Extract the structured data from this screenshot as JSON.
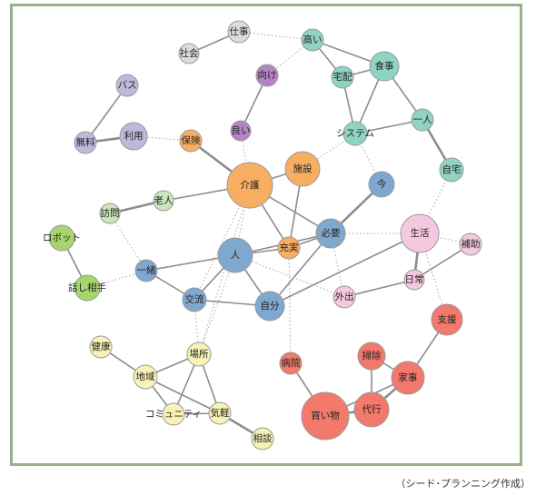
{
  "diagram": {
    "groups": {
      "teal": "#8fd3c2",
      "purple": "#b484c4",
      "orange": "#f7ae62",
      "blue": "#7fa8cf",
      "lavender": "#bfb8dc",
      "pink": "#f6c8df",
      "lightgreen": "#c9e6bc",
      "green": "#a6d56b",
      "yellow": "#f8f2b6",
      "red": "#f2796b",
      "gray": "#dcdcdc"
    },
    "nodes": [
      {
        "id": "n_shigoto",
        "label": "仕事",
        "group": "gray"
      },
      {
        "id": "n_shakai",
        "label": "社会",
        "group": "gray"
      },
      {
        "id": "n_takai",
        "label": "高い",
        "group": "teal"
      },
      {
        "id": "n_shokuji",
        "label": "食事",
        "group": "teal"
      },
      {
        "id": "n_takuhai",
        "label": "宅配",
        "group": "teal"
      },
      {
        "id": "n_muke",
        "label": "向け",
        "group": "purple"
      },
      {
        "id": "n_yoi",
        "label": "良い",
        "group": "purple"
      },
      {
        "id": "n_basu",
        "label": "バス",
        "group": "lavender"
      },
      {
        "id": "n_muryo",
        "label": "無料",
        "group": "lavender"
      },
      {
        "id": "n_riyo",
        "label": "利用",
        "group": "lavender"
      },
      {
        "id": "n_hoken",
        "label": "保険",
        "group": "orange"
      },
      {
        "id": "n_system",
        "label": "システム",
        "group": "teal"
      },
      {
        "id": "n_hitori",
        "label": "一人",
        "group": "teal"
      },
      {
        "id": "n_jitaku",
        "label": "自宅",
        "group": "teal"
      },
      {
        "id": "n_shisetsu",
        "label": "施設",
        "group": "orange"
      },
      {
        "id": "n_kaigo",
        "label": "介護",
        "group": "orange"
      },
      {
        "id": "n_ima",
        "label": "今",
        "group": "blue"
      },
      {
        "id": "n_rojin",
        "label": "老人",
        "group": "lightgreen"
      },
      {
        "id": "n_homon",
        "label": "訪問",
        "group": "lightgreen"
      },
      {
        "id": "n_hitsuyo",
        "label": "必要",
        "group": "blue"
      },
      {
        "id": "n_seikatsu",
        "label": "生活",
        "group": "pink"
      },
      {
        "id": "n_hojo",
        "label": "補助",
        "group": "pink"
      },
      {
        "id": "n_robot",
        "label": "ロボット",
        "group": "green"
      },
      {
        "id": "n_hito",
        "label": "人",
        "group": "blue"
      },
      {
        "id": "n_juujitsu",
        "label": "充実",
        "group": "orange"
      },
      {
        "id": "n_nichijo",
        "label": "日常",
        "group": "pink"
      },
      {
        "id": "n_issho",
        "label": "一緒",
        "group": "blue"
      },
      {
        "id": "n_hanashiaite",
        "label": "話し相手",
        "group": "green"
      },
      {
        "id": "n_gaishutsu",
        "label": "外出",
        "group": "pink"
      },
      {
        "id": "n_koryu",
        "label": "交流",
        "group": "blue"
      },
      {
        "id": "n_jibun",
        "label": "自分",
        "group": "blue"
      },
      {
        "id": "n_shien",
        "label": "支援",
        "group": "red"
      },
      {
        "id": "n_kenko",
        "label": "健康",
        "group": "yellow"
      },
      {
        "id": "n_basho",
        "label": "場所",
        "group": "yellow"
      },
      {
        "id": "n_soji",
        "label": "掃除",
        "group": "red"
      },
      {
        "id": "n_byoin",
        "label": "病院",
        "group": "red"
      },
      {
        "id": "n_chiiki",
        "label": "地域",
        "group": "yellow"
      },
      {
        "id": "n_kaji",
        "label": "家事",
        "group": "red"
      },
      {
        "id": "n_community",
        "label": "コミュニティ",
        "group": "yellow"
      },
      {
        "id": "n_kigaru",
        "label": "気軽",
        "group": "yellow"
      },
      {
        "id": "n_daiko",
        "label": "代行",
        "group": "red"
      },
      {
        "id": "n_kaimono",
        "label": "買い物",
        "group": "red"
      },
      {
        "id": "n_sodan",
        "label": "相談",
        "group": "yellow"
      }
    ],
    "edges": [
      {
        "from": "n_shakai",
        "to": "n_shigoto",
        "style": "solid",
        "weight": 1
      },
      {
        "from": "n_shigoto",
        "to": "n_takai",
        "style": "dotted",
        "weight": 1
      },
      {
        "from": "n_takai",
        "to": "n_shokuji",
        "style": "solid",
        "weight": 1
      },
      {
        "from": "n_takai",
        "to": "n_takuhai",
        "style": "solid",
        "weight": 1
      },
      {
        "from": "n_shokuji",
        "to": "n_takuhai",
        "style": "solid",
        "weight": 1
      },
      {
        "from": "n_shokuji",
        "to": "n_system",
        "style": "solid",
        "weight": 1
      },
      {
        "from": "n_shokuji",
        "to": "n_hitori",
        "style": "solid",
        "weight": 1
      },
      {
        "from": "n_takuhai",
        "to": "n_system",
        "style": "solid",
        "weight": 1
      },
      {
        "from": "n_takai",
        "to": "n_muke",
        "style": "dotted",
        "weight": 1
      },
      {
        "from": "n_muke",
        "to": "n_yoi",
        "style": "solid",
        "weight": 1
      },
      {
        "from": "n_yoi",
        "to": "n_kaigo",
        "style": "dotted",
        "weight": 1
      },
      {
        "from": "n_basu",
        "to": "n_muryo",
        "style": "solid",
        "weight": 1
      },
      {
        "from": "n_muryo",
        "to": "n_riyo",
        "style": "solid",
        "weight": 2
      },
      {
        "from": "n_riyo",
        "to": "n_hoken",
        "style": "dotted",
        "weight": 1
      },
      {
        "from": "n_hoken",
        "to": "n_kaigo",
        "style": "solid",
        "weight": 2
      },
      {
        "from": "n_kaigo",
        "to": "n_shisetsu",
        "style": "solid",
        "weight": 1
      },
      {
        "from": "n_shisetsu",
        "to": "n_system",
        "style": "dotted",
        "weight": 1
      },
      {
        "from": "n_system",
        "to": "n_hitori",
        "style": "solid",
        "weight": 1
      },
      {
        "from": "n_hitori",
        "to": "n_jitaku",
        "style": "solid",
        "weight": 2
      },
      {
        "from": "n_system",
        "to": "n_ima",
        "style": "dotted",
        "weight": 1
      },
      {
        "from": "n_jitaku",
        "to": "n_seikatsu",
        "style": "dotted",
        "weight": 1
      },
      {
        "from": "n_kaigo",
        "to": "n_rojin",
        "style": "solid",
        "weight": 1
      },
      {
        "from": "n_rojin",
        "to": "n_homon",
        "style": "solid",
        "weight": 2
      },
      {
        "from": "n_homon",
        "to": "n_issho",
        "style": "dotted",
        "weight": 1
      },
      {
        "from": "n_kaigo",
        "to": "n_hito",
        "style": "dotted",
        "weight": 1
      },
      {
        "from": "n_kaigo",
        "to": "n_juujitsu",
        "style": "solid",
        "weight": 1
      },
      {
        "from": "n_kaigo",
        "to": "n_hitsuyo",
        "style": "solid",
        "weight": 1
      },
      {
        "from": "n_kaigo",
        "to": "n_koryu",
        "style": "dotted",
        "weight": 1
      },
      {
        "from": "n_kaigo",
        "to": "n_basho",
        "style": "dotted",
        "weight": 1
      },
      {
        "from": "n_shisetsu",
        "to": "n_juujitsu",
        "style": "solid",
        "weight": 1
      },
      {
        "from": "n_juujitsu",
        "to": "n_hitsuyo",
        "style": "solid",
        "weight": 1
      },
      {
        "from": "n_juujitsu",
        "to": "n_byoin",
        "style": "dotted",
        "weight": 1
      },
      {
        "from": "n_ima",
        "to": "n_hitsuyo",
        "style": "solid",
        "weight": 2
      },
      {
        "from": "n_hitsuyo",
        "to": "n_seikatsu",
        "style": "dotted",
        "weight": 1
      },
      {
        "from": "n_hitsuyo",
        "to": "n_hito",
        "style": "solid",
        "weight": 1
      },
      {
        "from": "n_hitsuyo",
        "to": "n_jibun",
        "style": "solid",
        "weight": 1
      },
      {
        "from": "n_hitsuyo",
        "to": "n_gaishutsu",
        "style": "dotted",
        "weight": 1
      },
      {
        "from": "n_seikatsu",
        "to": "n_hojo",
        "style": "dotted",
        "weight": 1
      },
      {
        "from": "n_seikatsu",
        "to": "n_nichijo",
        "style": "solid",
        "weight": 2
      },
      {
        "from": "n_seikatsu",
        "to": "n_shien",
        "style": "dotted",
        "weight": 1
      },
      {
        "from": "n_hojo",
        "to": "n_nichijo",
        "style": "solid",
        "weight": 1
      },
      {
        "from": "n_nichijo",
        "to": "n_gaishutsu",
        "style": "solid",
        "weight": 1
      },
      {
        "from": "n_robot",
        "to": "n_hanashiaite",
        "style": "solid",
        "weight": 1
      },
      {
        "from": "n_hanashiaite",
        "to": "n_issho",
        "style": "dotted",
        "weight": 1
      },
      {
        "from": "n_issho",
        "to": "n_hito",
        "style": "solid",
        "weight": 1
      },
      {
        "from": "n_issho",
        "to": "n_koryu",
        "style": "solid",
        "weight": 1
      },
      {
        "from": "n_hito",
        "to": "n_juujitsu",
        "style": "solid",
        "weight": 1
      },
      {
        "from": "n_hito",
        "to": "n_koryu",
        "style": "solid",
        "weight": 1
      },
      {
        "from": "n_hito",
        "to": "n_jibun",
        "style": "solid",
        "weight": 1
      },
      {
        "from": "n_hito",
        "to": "n_gaishutsu",
        "style": "dotted",
        "weight": 1
      },
      {
        "from": "n_hito",
        "to": "n_basho",
        "style": "dotted",
        "weight": 1
      },
      {
        "from": "n_koryu",
        "to": "n_jibun",
        "style": "solid",
        "weight": 1
      },
      {
        "from": "n_koryu",
        "to": "n_basho",
        "style": "dotted",
        "weight": 1
      },
      {
        "from": "n_jibun",
        "to": "n_seikatsu",
        "style": "solid",
        "weight": 1
      },
      {
        "from": "n_kenko",
        "to": "n_chiiki",
        "style": "solid",
        "weight": 1
      },
      {
        "from": "n_chiiki",
        "to": "n_basho",
        "style": "solid",
        "weight": 1
      },
      {
        "from": "n_chiiki",
        "to": "n_community",
        "style": "solid",
        "weight": 1
      },
      {
        "from": "n_chiiki",
        "to": "n_kigaru",
        "style": "solid",
        "weight": 1
      },
      {
        "from": "n_basho",
        "to": "n_community",
        "style": "solid",
        "weight": 1
      },
      {
        "from": "n_basho",
        "to": "n_kigaru",
        "style": "solid",
        "weight": 1
      },
      {
        "from": "n_community",
        "to": "n_kigaru",
        "style": "solid",
        "weight": 1
      },
      {
        "from": "n_kigaru",
        "to": "n_sodan",
        "style": "solid",
        "weight": 2
      },
      {
        "from": "n_byoin",
        "to": "n_kaimono",
        "style": "solid",
        "weight": 1
      },
      {
        "from": "n_soji",
        "to": "n_daiko",
        "style": "solid",
        "weight": 1
      },
      {
        "from": "n_soji",
        "to": "n_kaji",
        "style": "solid",
        "weight": 1
      },
      {
        "from": "n_kaji",
        "to": "n_daiko",
        "style": "solid",
        "weight": 2
      },
      {
        "from": "n_kaji",
        "to": "n_shien",
        "style": "solid",
        "weight": 1
      },
      {
        "from": "n_daiko",
        "to": "n_kaimono",
        "style": "solid",
        "weight": 2
      },
      {
        "from": "n_kaimono",
        "to": "n_kaji",
        "style": "solid",
        "weight": 1
      }
    ],
    "line_color": "#8c8c8c",
    "node_stroke": "#9a9a9a"
  },
  "credit": "（シード･プランニング作成）"
}
